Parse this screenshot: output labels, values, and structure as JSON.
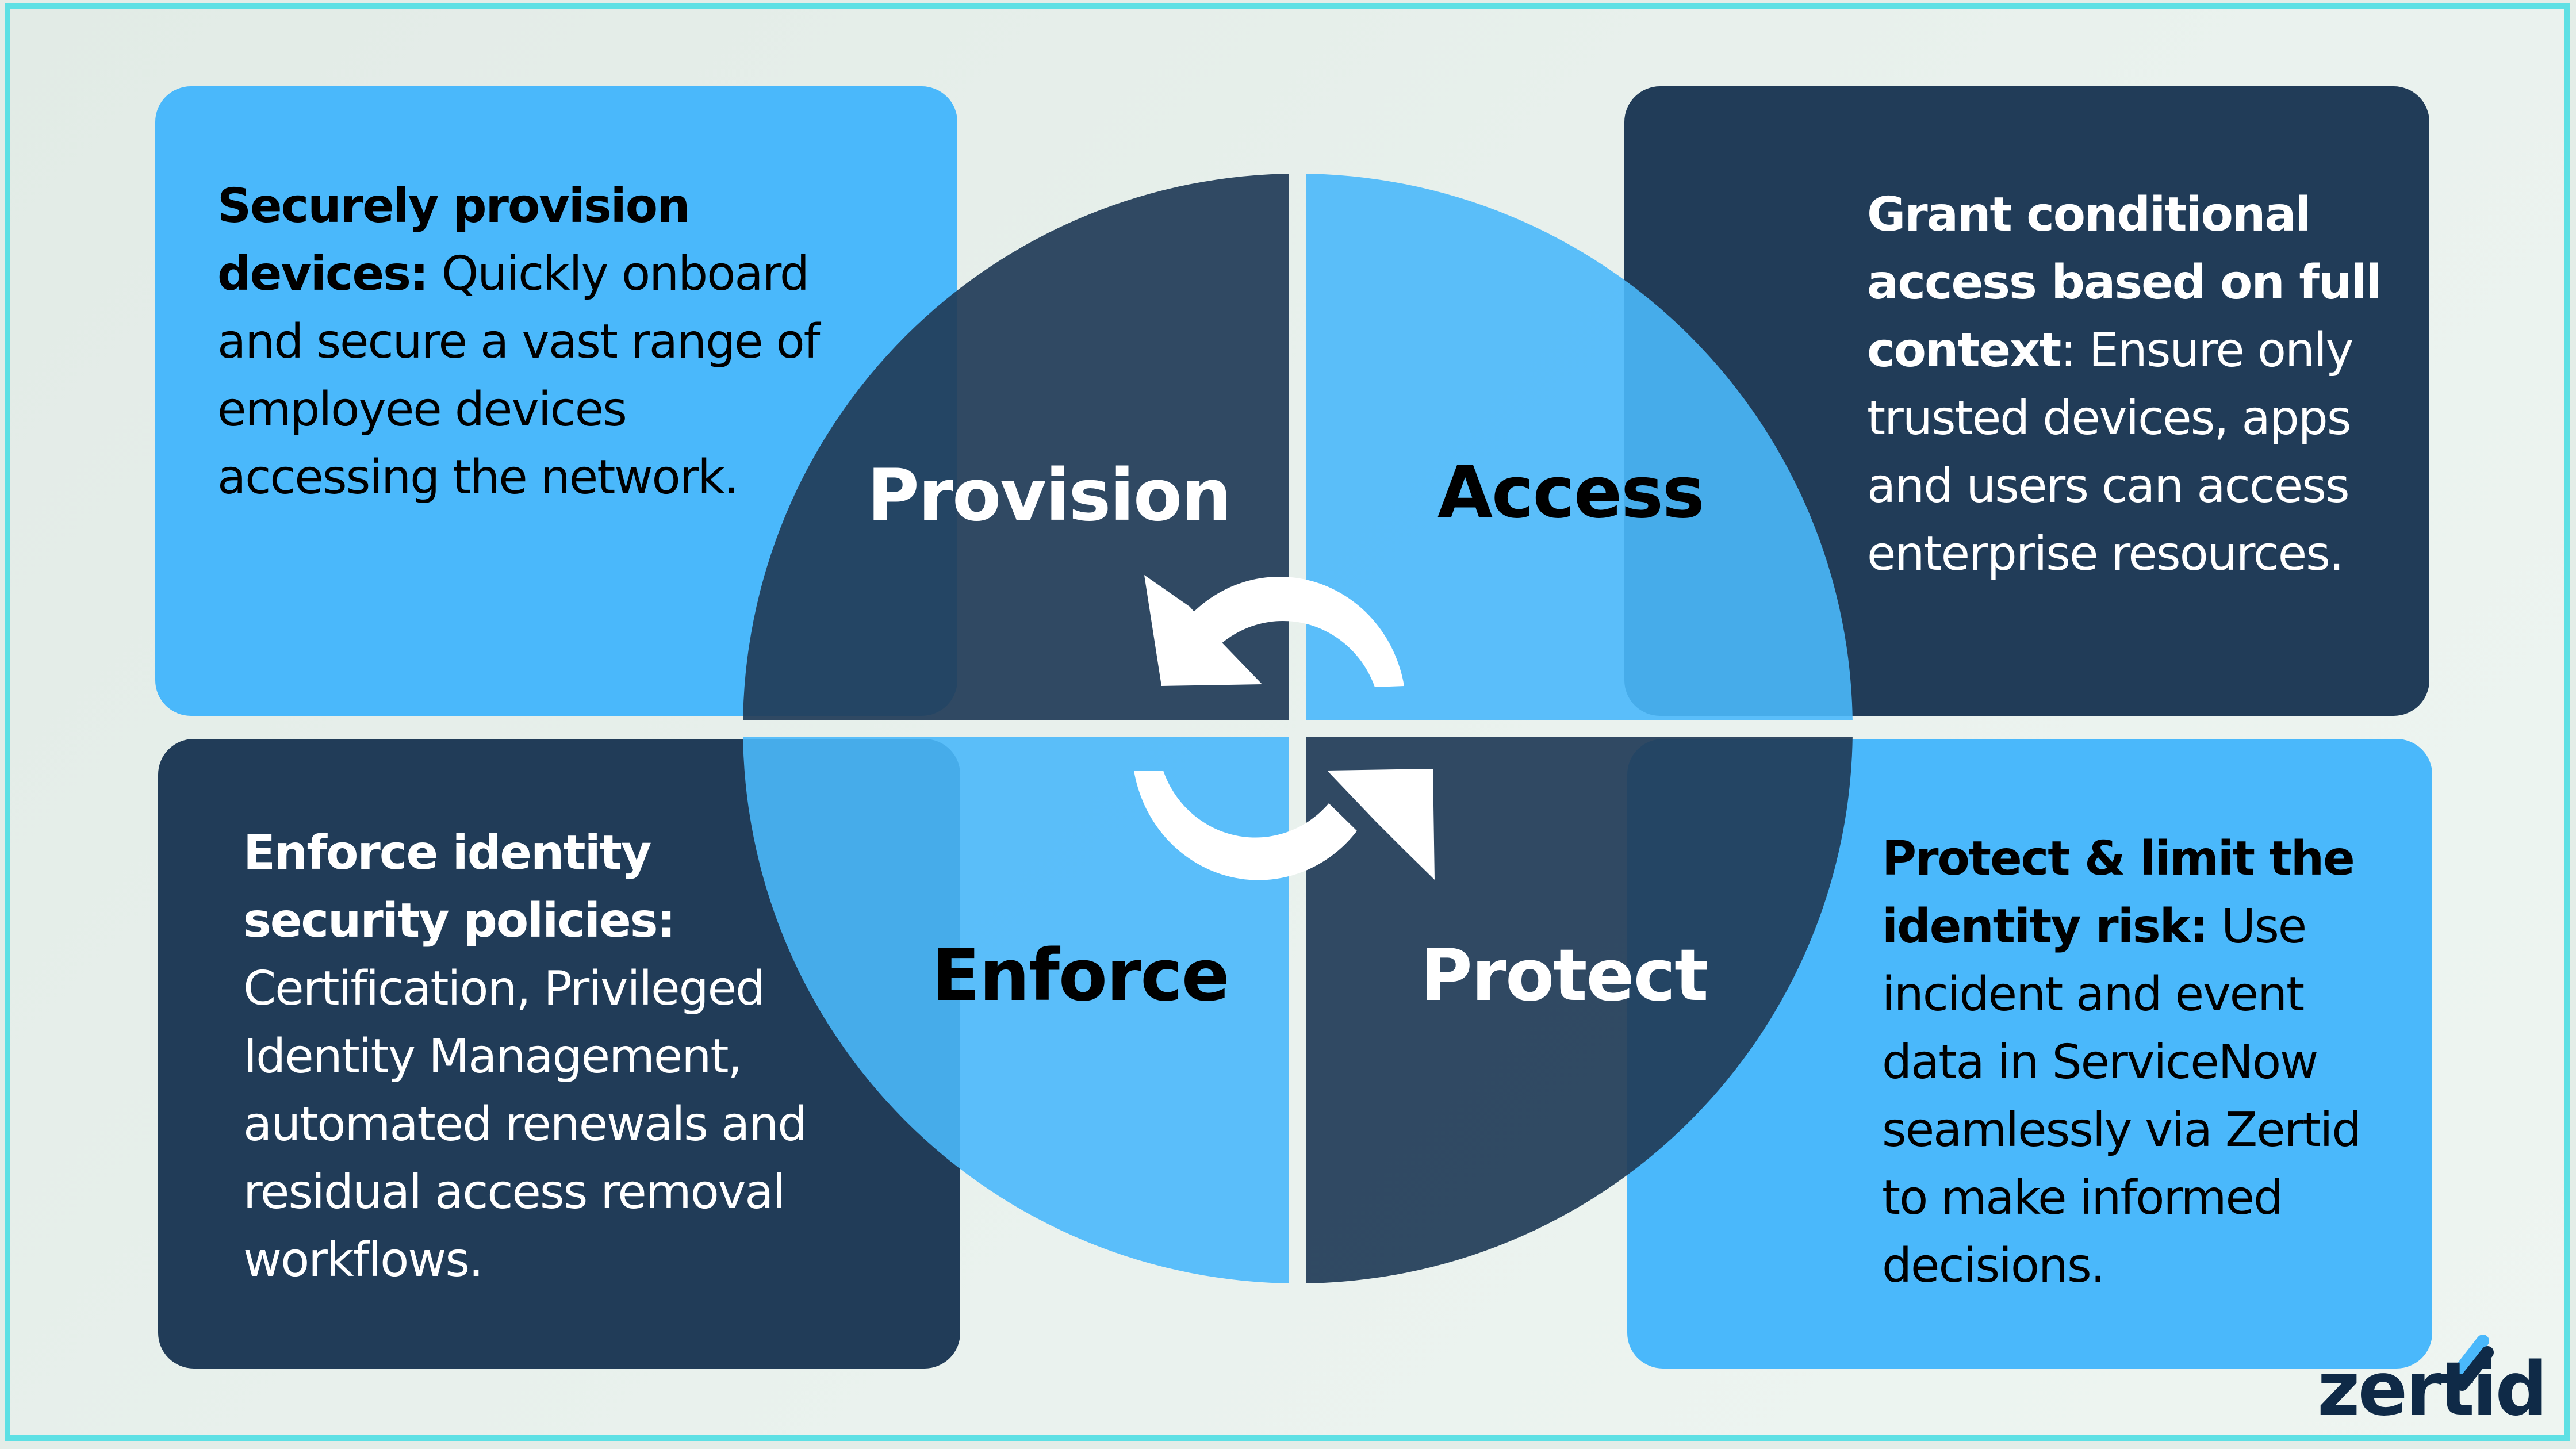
{
  "colors": {
    "light_blue": "#4ab8fb",
    "dark_navy": "#213c58",
    "overlap_light": "#36a7ec",
    "overlap_dark": "#113459",
    "background": "#e4ede8",
    "frame_border": "#5ee0e4",
    "logo_navy": "#0f2a47"
  },
  "cards": {
    "provision": {
      "bold": "Securely provision devices:",
      "text": " Quickly onboard and secure a vast range of employee devices accessing the network."
    },
    "access": {
      "bold": "Grant conditional access based on full context",
      "text": ": Ensure only trusted devices, apps and users can access enterprise resources."
    },
    "enforce": {
      "bold": "Enforce identity security policies:",
      "text": " Certification, Privileged Identity Management, automated renewals and residual access removal workflows."
    },
    "protect": {
      "bold": "Protect & limit the identity risk:",
      "text": " Use incident and event data in ServiceNow seamlessly via Zertid to make informed decisions."
    }
  },
  "wheel": {
    "quadrants": [
      {
        "label": "Provision",
        "position": "top-left",
        "fill": "dark"
      },
      {
        "label": "Access",
        "position": "top-right",
        "fill": "light"
      },
      {
        "label": "Enforce",
        "position": "bottom-left",
        "fill": "light"
      },
      {
        "label": "Protect",
        "position": "bottom-right",
        "fill": "dark"
      }
    ],
    "center_icon": "cycle-arrows-icon"
  },
  "logo": {
    "text": "zertid"
  }
}
